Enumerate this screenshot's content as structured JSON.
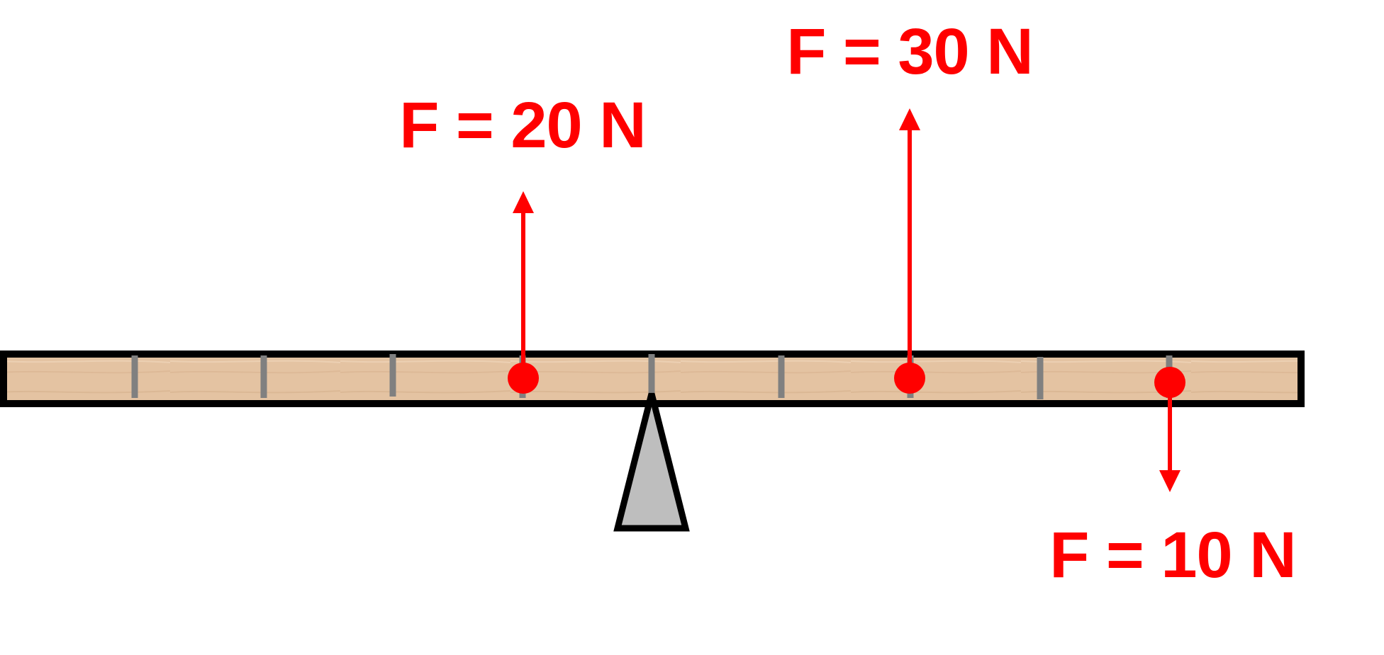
{
  "colors": {
    "force": "#ff0000",
    "beam_fill": "#e4c3a2",
    "beam_outline": "#000000",
    "tick": "#808080",
    "fulcrum_fill": "#bebebe",
    "fulcrum_outline": "#000000"
  },
  "forces": [
    {
      "label": "F = 20 N",
      "magnitude": 20,
      "direction": "up"
    },
    {
      "label": "F = 30 N",
      "magnitude": 30,
      "direction": "up"
    },
    {
      "label": "F = 10 N",
      "magnitude": 10,
      "direction": "down"
    }
  ]
}
